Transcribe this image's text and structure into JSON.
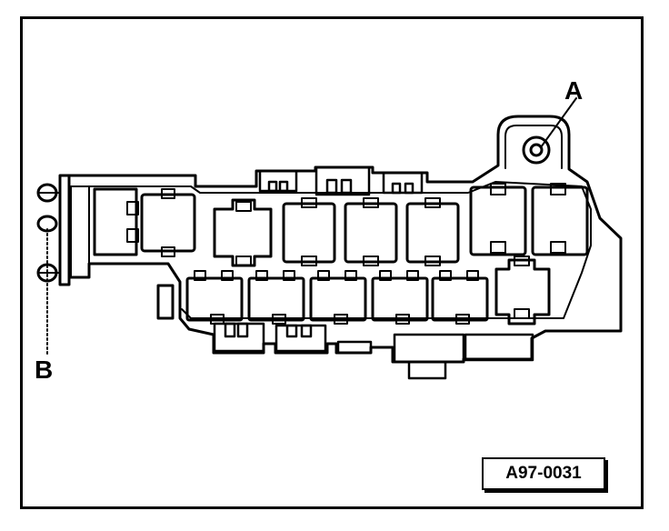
{
  "figure": {
    "callout_a": "A",
    "callout_b": "B",
    "reference_code": "A97-0031"
  },
  "colors": {
    "line": "#000000",
    "background": "#ffffff"
  }
}
